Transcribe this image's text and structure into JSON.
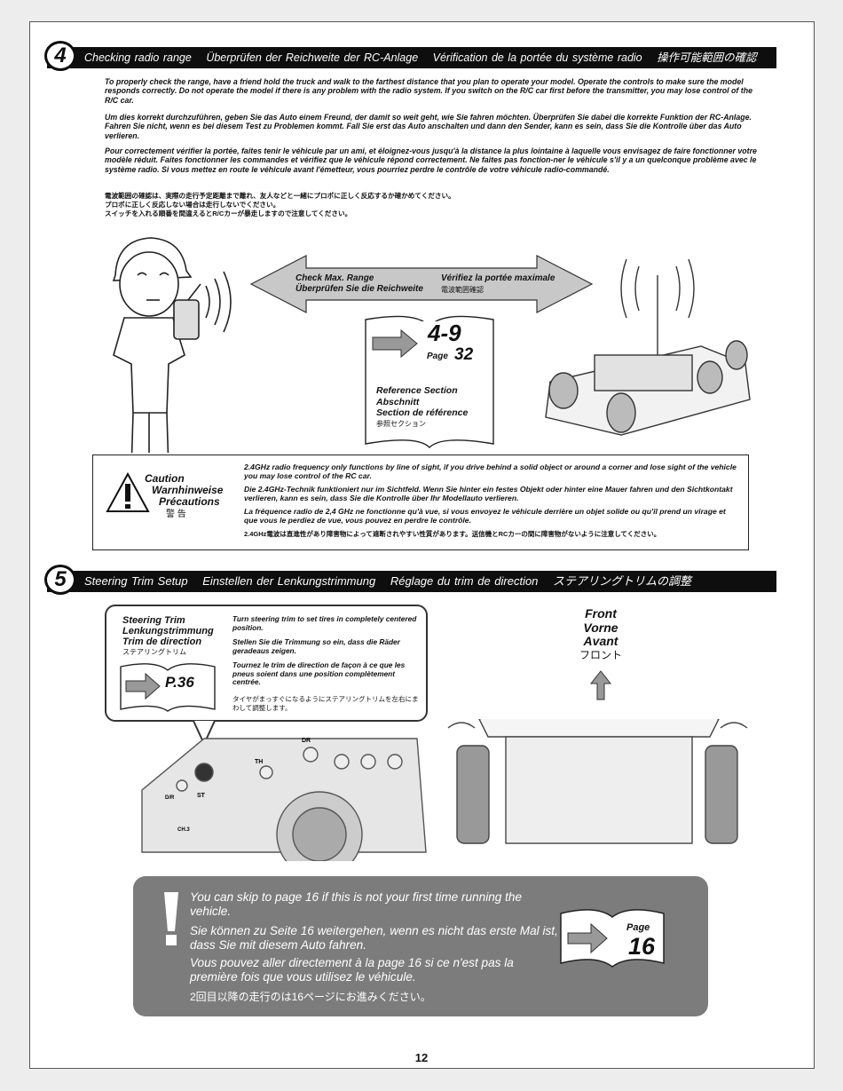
{
  "section4": {
    "number": "4",
    "titles": [
      "Checking radio range",
      "Überprüfen der Reichweite der RC-Anlage",
      "Vérification de la portée du système radio",
      "操作可能範囲の確認"
    ],
    "paragraphs": [
      "To properly check the range, have a friend hold the truck and walk to the farthest distance that you plan to operate your model. Operate the controls to make sure the model responds correctly. Do not operate the model if there is any problem with the radio system. If you switch on the R/C car first before the transmitter, you may lose control of the R/C car.",
      "Um dies korrekt durchzuführen, geben Sie das Auto einem Freund, der damit so weit geht, wie Sie fahren möchten. Überprüfen Sie dabei die korrekte Funktion der RC-Anlage. Fahren Sie nicht, wenn es bei diesem Test zu Problemen kommt. Fall Sie erst das Auto anschalten und dann den Sender, kann es sein, dass Sie die Kontrolle über das Auto verlieren.",
      "Pour correctement vérifier la portée, faites tenir le véhicule par un ami, et éloignez-vous jusqu'à la distance la plus lointaine à laquelle vous envisagez de faire fonctionner votre modèle réduit. Faites fonctionner les commandes et vérifiez que le véhicule répond correctement. Ne faites pas fonction-ner le véhicule s'il y a un quelconque problème avec le système radio. Si vous mettez en route le véhicule avant l'émetteur, vous pourriez perdre le contrôle de votre véhicule radio-commandé.",
      "電波範囲の確認は、実際の走行予定距離まで離れ、友人などと一緒にプロポに正しく反応するか確かめてください。\nプロポに正しく反応しない場合は走行しないでください。\nスイッチを入れる順番を間違えるとR/Cカーが暴走しますので注意してください。"
    ],
    "arrow_labels": {
      "en": "Check Max. Range",
      "de": "Überprüfen Sie die Reichweite",
      "fr": "Vérifiez la portée maximale",
      "jp": "電波範囲確認"
    },
    "book": {
      "ref": "4-9",
      "page_label": "Page",
      "page_num": "32",
      "lines": [
        "Reference Section",
        "Abschnitt",
        "Section de référence",
        "参照セクション"
      ]
    }
  },
  "caution": {
    "labels": [
      "Caution",
      "Warnhinweise",
      "Précautions",
      "警 告"
    ],
    "texts": [
      "2.4GHz radio frequency only functions by line of sight, if you drive behind a solid object or around a corner and lose sight of the vehicle you may lose control of the RC car.",
      "Die 2.4GHz-Technik funktioniert nur im Sichtfeld. Wenn Sie hinter ein festes Objekt oder hinter eine Mauer fahren und den Sichtkontakt verlieren, kann es sein, dass Sie die Kontrolle über Ihr Modellauto verlieren.",
      "La fréquence radio de 2,4 GHz ne fonctionne qu'à vue, si vous envoyez le véhicule derrière un objet solide ou qu'il prend un virage et que vous le perdiez de vue, vous pouvez en perdre le contrôle.",
      "2.4GHz電波は直進性があり障害物によって遮断されやすい性質があります。送信機とRCカーの間に障害物がないように注意してください。"
    ]
  },
  "section5": {
    "number": "5",
    "titles": [
      "Steering Trim Setup",
      "Einstellen der Lenkungstrimmung",
      "Réglage du trim de direction",
      "ステアリングトリムの調整"
    ],
    "trim_labels": [
      "Steering Trim",
      "Lenkungstrimmung",
      "Trim de direction",
      "ステアリングトリム"
    ],
    "trim_page": "P.36",
    "trim_texts": [
      "Turn steering trim to set tires in completely centered position.",
      "Stellen Sie die Trimmung so ein, dass die Räder geradeaus zeigen.",
      "Tournez le trim de direction de façon à ce que les pneus soient dans une position complètement centrée.",
      "タイヤがまっすぐになるようにステアリングトリムを左右にまわして調整します。"
    ],
    "dial_labels": [
      "TH",
      "DR",
      "ST",
      "D/R",
      "CH.3"
    ],
    "front_labels": [
      "Front",
      "Vorne",
      "Avant",
      "フロント"
    ]
  },
  "note": {
    "texts": [
      "You can skip to page 16 if this is not your first time running the vehicle.",
      "Sie können zu Seite 16 weitergehen, wenn es nicht das erste Mal ist, dass Sie mit diesem Auto fahren.",
      "Vous pouvez aller directement à la page 16 si ce n'est pas la première fois que vous utilisez le véhicule.",
      "2回目以降の走行のは16ページにお進みください。"
    ],
    "book_label": "Page",
    "book_num": "16"
  },
  "page_number": "12"
}
